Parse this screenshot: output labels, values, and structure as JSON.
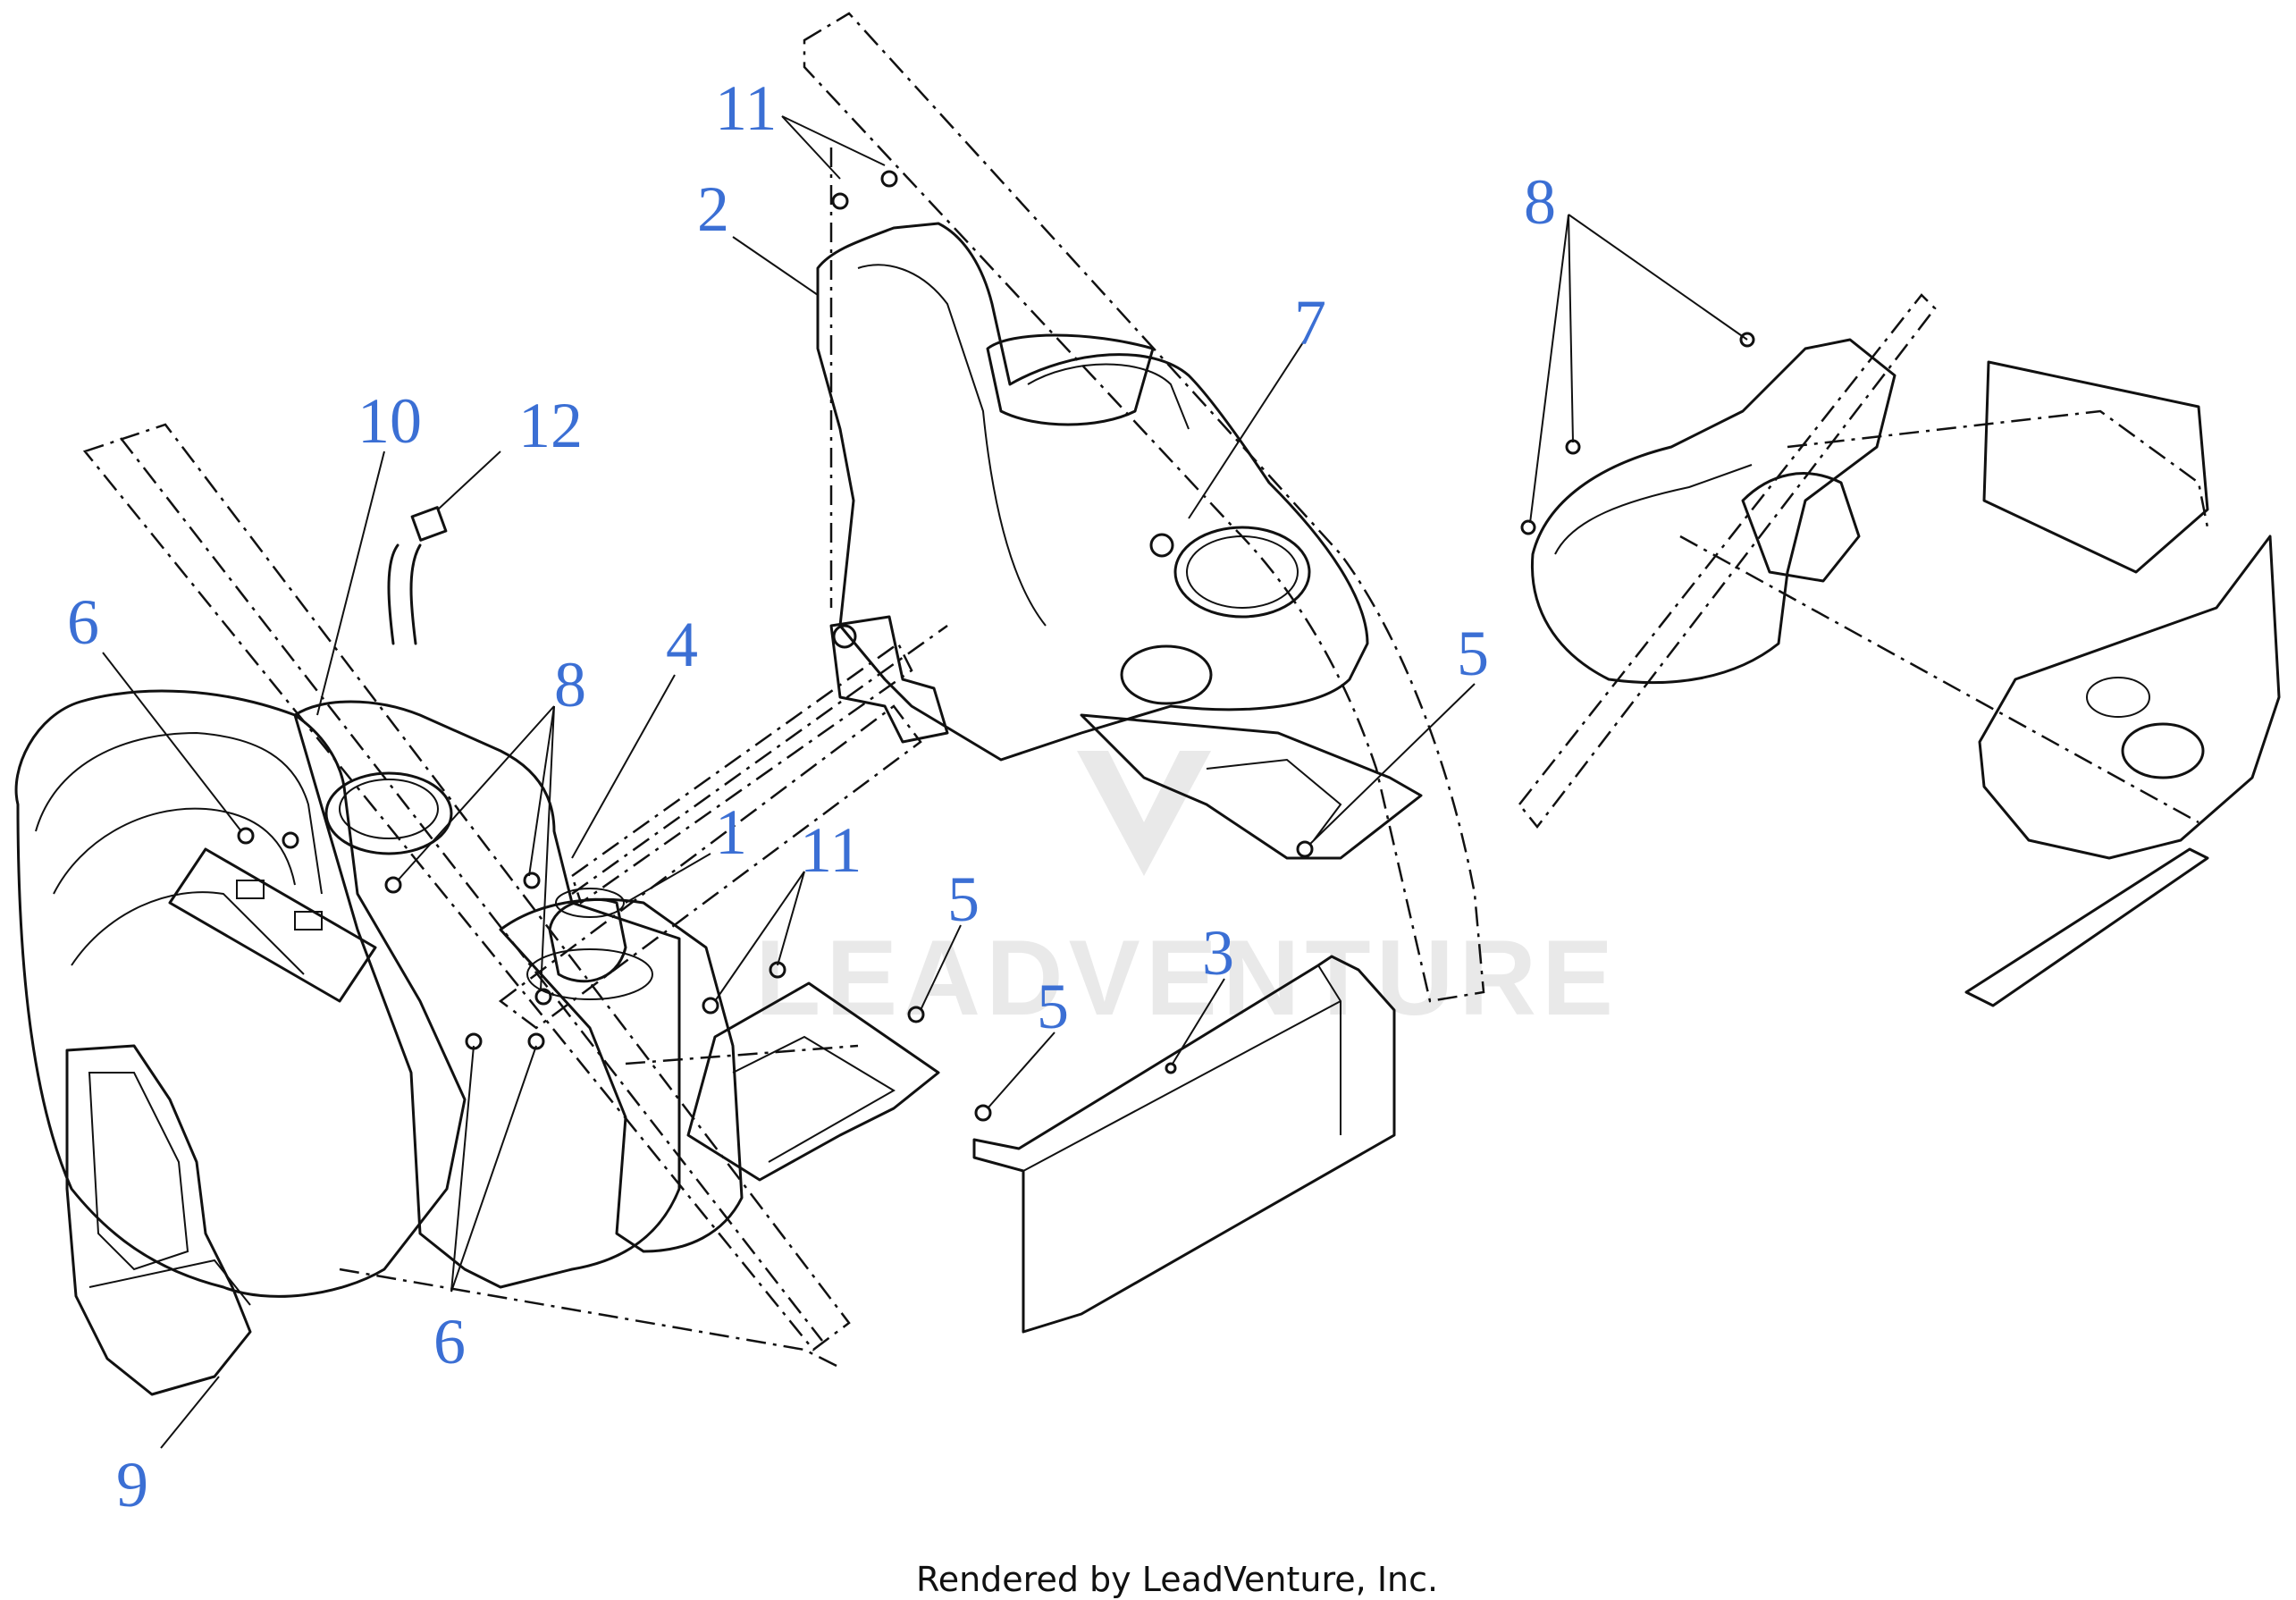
{
  "callouts": [
    {
      "id": "1",
      "label": "1"
    },
    {
      "id": "2",
      "label": "2"
    },
    {
      "id": "3",
      "label": "3"
    },
    {
      "id": "4",
      "label": "4"
    },
    {
      "id": "5a",
      "label": "5"
    },
    {
      "id": "5b",
      "label": "5"
    },
    {
      "id": "5c",
      "label": "5"
    },
    {
      "id": "6a",
      "label": "6"
    },
    {
      "id": "6b",
      "label": "6"
    },
    {
      "id": "7",
      "label": "7"
    },
    {
      "id": "8a",
      "label": "8"
    },
    {
      "id": "8b",
      "label": "8"
    },
    {
      "id": "9",
      "label": "9"
    },
    {
      "id": "10",
      "label": "10"
    },
    {
      "id": "11a",
      "label": "11"
    },
    {
      "id": "11b",
      "label": "11"
    },
    {
      "id": "12",
      "label": "12"
    }
  ],
  "watermark": "LEADVENTURE",
  "footer": "Rendered by LeadVenture, Inc.",
  "colors": {
    "callout": "#3b6fd4",
    "line": "#111111",
    "watermark": "#e9e9e9"
  }
}
